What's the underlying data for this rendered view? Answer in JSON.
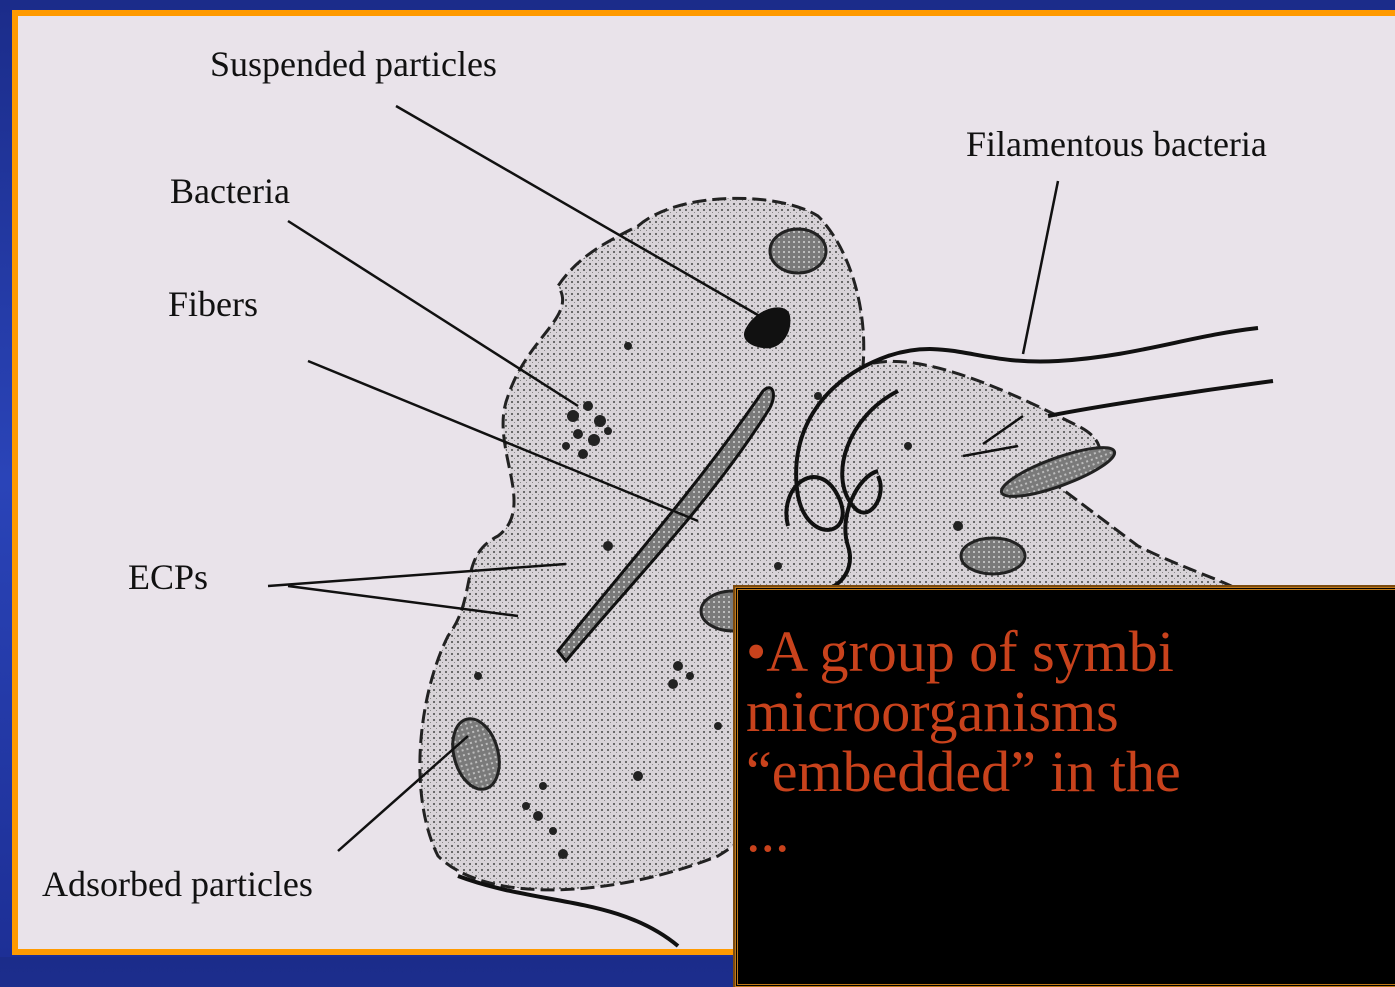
{
  "diagram": {
    "labels": {
      "suspended_particles": "Suspended particles",
      "filamentous_bacteria": "Filamentous bacteria",
      "bacteria": "Bacteria",
      "fibers": "Fibers",
      "ecps": "ECPs",
      "adsorbed_particles": "Adsorbed particles"
    }
  },
  "caption": {
    "text": "•A group of symbi\nmicroorganisms\n“embedded” in the\n..."
  },
  "colors": {
    "frame_border": "#ff9a00",
    "diagram_bg": "#e9e3ea",
    "caption_text": "#c8421c",
    "slide_bg": "#2a44b8"
  }
}
